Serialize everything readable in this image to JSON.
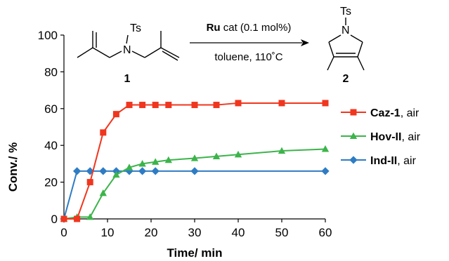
{
  "chart_data": {
    "type": "line",
    "xlabel": "Time/ min",
    "ylabel": "Conv./ %",
    "xlim": [
      0,
      60
    ],
    "ylim": [
      0,
      100
    ],
    "xticks": [
      0,
      10,
      20,
      30,
      40,
      50,
      60
    ],
    "yticks": [
      0,
      20,
      40,
      60,
      80,
      100
    ],
    "grid": false,
    "legend_position": "right",
    "series": [
      {
        "name": "Caz-1",
        "name_suffix": ", air",
        "marker": "square",
        "color": "#f0361e",
        "x": [
          0,
          3,
          6,
          9,
          12,
          15,
          18,
          21,
          24,
          30,
          35,
          40,
          50,
          60
        ],
        "y": [
          0,
          0,
          20,
          47,
          57,
          62,
          62,
          62,
          62,
          62,
          62,
          63,
          63,
          63
        ]
      },
      {
        "name": "Hov-II",
        "name_suffix": ", air",
        "marker": "triangle",
        "color": "#3cb44b",
        "x": [
          0,
          3,
          6,
          9,
          12,
          15,
          18,
          21,
          24,
          30,
          35,
          40,
          50,
          60
        ],
        "y": [
          0,
          1,
          1,
          14,
          24,
          28,
          30,
          31,
          32,
          33,
          34,
          35,
          37,
          38
        ]
      },
      {
        "name": "Ind-II",
        "name_suffix": ", air",
        "marker": "diamond",
        "color": "#2e7cc4",
        "x": [
          0,
          3,
          6,
          9,
          12,
          15,
          18,
          21,
          30,
          60
        ],
        "y": [
          0,
          26,
          26,
          26,
          26,
          26,
          26,
          26,
          26,
          26
        ]
      }
    ]
  },
  "scheme": {
    "reactant_label": "1",
    "product_label": "2",
    "reactant_ts": "Ts",
    "reactant_n": "N",
    "product_ts": "Ts",
    "product_n": "N",
    "catalyst_bold": "Ru",
    "catalyst_rest": " cat (0.1 mol%)",
    "conditions": "toluene, 110˚C"
  }
}
